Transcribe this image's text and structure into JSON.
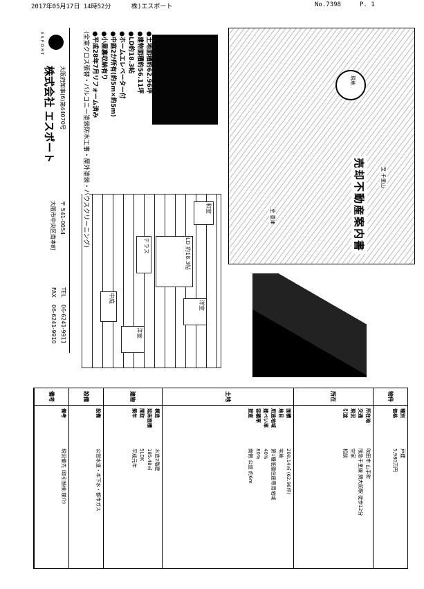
{
  "fax_header": {
    "datetime": "2017年05月17日 14時52分",
    "sender": "株)エスポート",
    "number": "No.7398",
    "page": "P. 1"
  },
  "title": "売却不動産案内書",
  "map": {
    "labels": [
      "現地",
      "至 千里山",
      "至 豊津"
    ]
  },
  "features": [
    "●土地面積約62.96坪",
    "●建物面積約56.11坪",
    "●LD約18.3帖",
    "●ホームエレベーター付",
    "●中庭2か所有(約5m×約5m)",
    "●小屋裏収納有り",
    "●平成28年7月リフォーム済み",
    "(全室クロス張替・バルコニー塗装防水工事・屋外塗装・ハウスクリーニング)"
  ],
  "floor_plan": {
    "rooms": [
      "LD 約18.3帖",
      "和室",
      "洋室",
      "洋室",
      "テラス",
      "中庭"
    ]
  },
  "company": {
    "logo_text": "ESPORT",
    "name": "株式会社 エスポート",
    "license": "大阪府知事(6)第44070号",
    "postal": "〒 541-0054",
    "address": "大阪市中央区南本町",
    "tel_label": "TEL",
    "tel": "06-6241-9911",
    "fax_label": "FAX",
    "fax": "06-6241-9910"
  },
  "table": {
    "sections": [
      {
        "label": "物件",
        "rows": [
          [
            "種別",
            "戸建"
          ],
          [
            "価格",
            "5,980万円"
          ]
        ]
      },
      {
        "label": "所在",
        "rows": [
          [
            "所在地",
            "吹田市 山手町"
          ],
          [
            "交通",
            "阪急千里線 関大前駅 徒歩12分"
          ],
          [
            "現況",
            "空家"
          ],
          [
            "引渡",
            "相談"
          ]
        ]
      },
      {
        "label": "土地",
        "rows": [
          [
            "面積",
            "208.14㎡ (62.96坪)"
          ],
          [
            "地目",
            "宅地"
          ],
          [
            "用途地域",
            "第1種低層住居専用地域"
          ],
          [
            "建ぺい率",
            "40%"
          ],
          [
            "容積率",
            "80%"
          ],
          [
            "接道",
            "南側 公道 約6m"
          ]
        ]
      },
      {
        "label": "建物",
        "rows": [
          [
            "構造",
            "木造2階建"
          ],
          [
            "延床面積",
            "185.48㎡"
          ],
          [
            "間取",
            "5LDK"
          ],
          [
            "築年",
            "平成元年"
          ]
        ]
      },
      {
        "label": "設備",
        "rows": [
          [
            "設備",
            "公営水道・本下水・都市ガス"
          ]
        ]
      },
      {
        "label": "備考",
        "rows": [
          [
            "備考",
            "現況優先 (取引態様:媒介)"
          ]
        ]
      }
    ]
  }
}
